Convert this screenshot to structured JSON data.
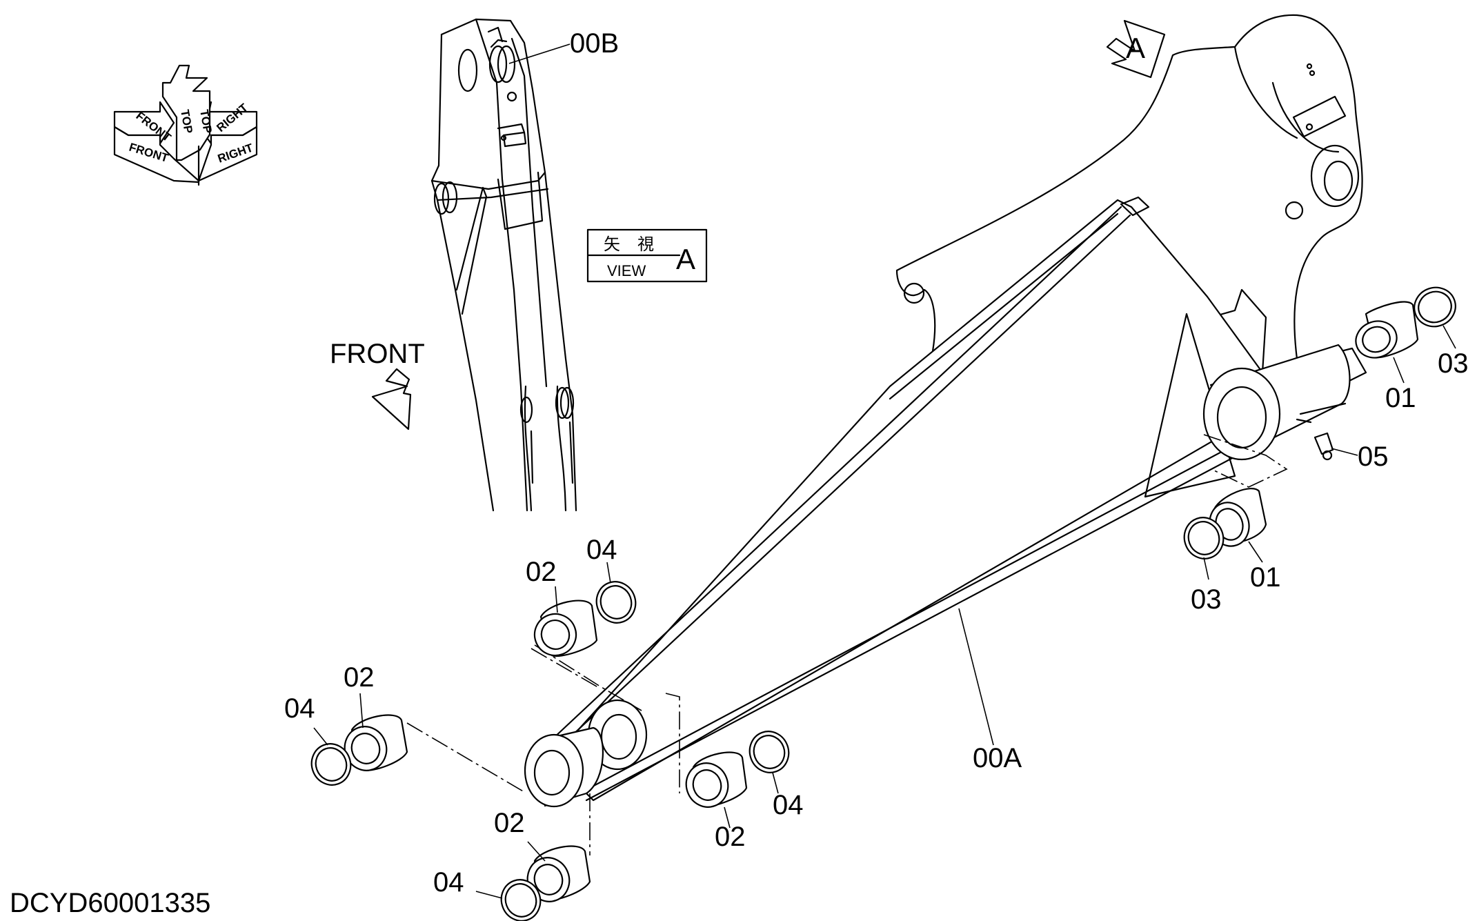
{
  "drawing": {
    "doc_code": "DCYD60001335",
    "colors": {
      "line": "#000000",
      "background": "#ffffff"
    }
  },
  "orientation": {
    "top": "TOP",
    "front": "FRONT",
    "right": "RIGHT"
  },
  "view": {
    "jp_left": "矢",
    "jp_right": "視",
    "view_text": "VIEW",
    "letter": "A",
    "marker": "A",
    "front_arrow": "FRONT"
  },
  "callouts": {
    "boom_assy": "00A",
    "arm_sub": "00B",
    "bushing_upper": "01",
    "bushing_lower": "01",
    "bushing_tip_a": "02",
    "bushing_tip_b": "02",
    "bushing_tip_c": "02",
    "bushing_tip_d": "02",
    "seal_upper": "03",
    "seal_lower": "03",
    "seal_tip_a": "04",
    "seal_tip_b": "04",
    "seal_tip_c": "04",
    "seal_tip_d": "04",
    "grease_fitting": "05"
  }
}
